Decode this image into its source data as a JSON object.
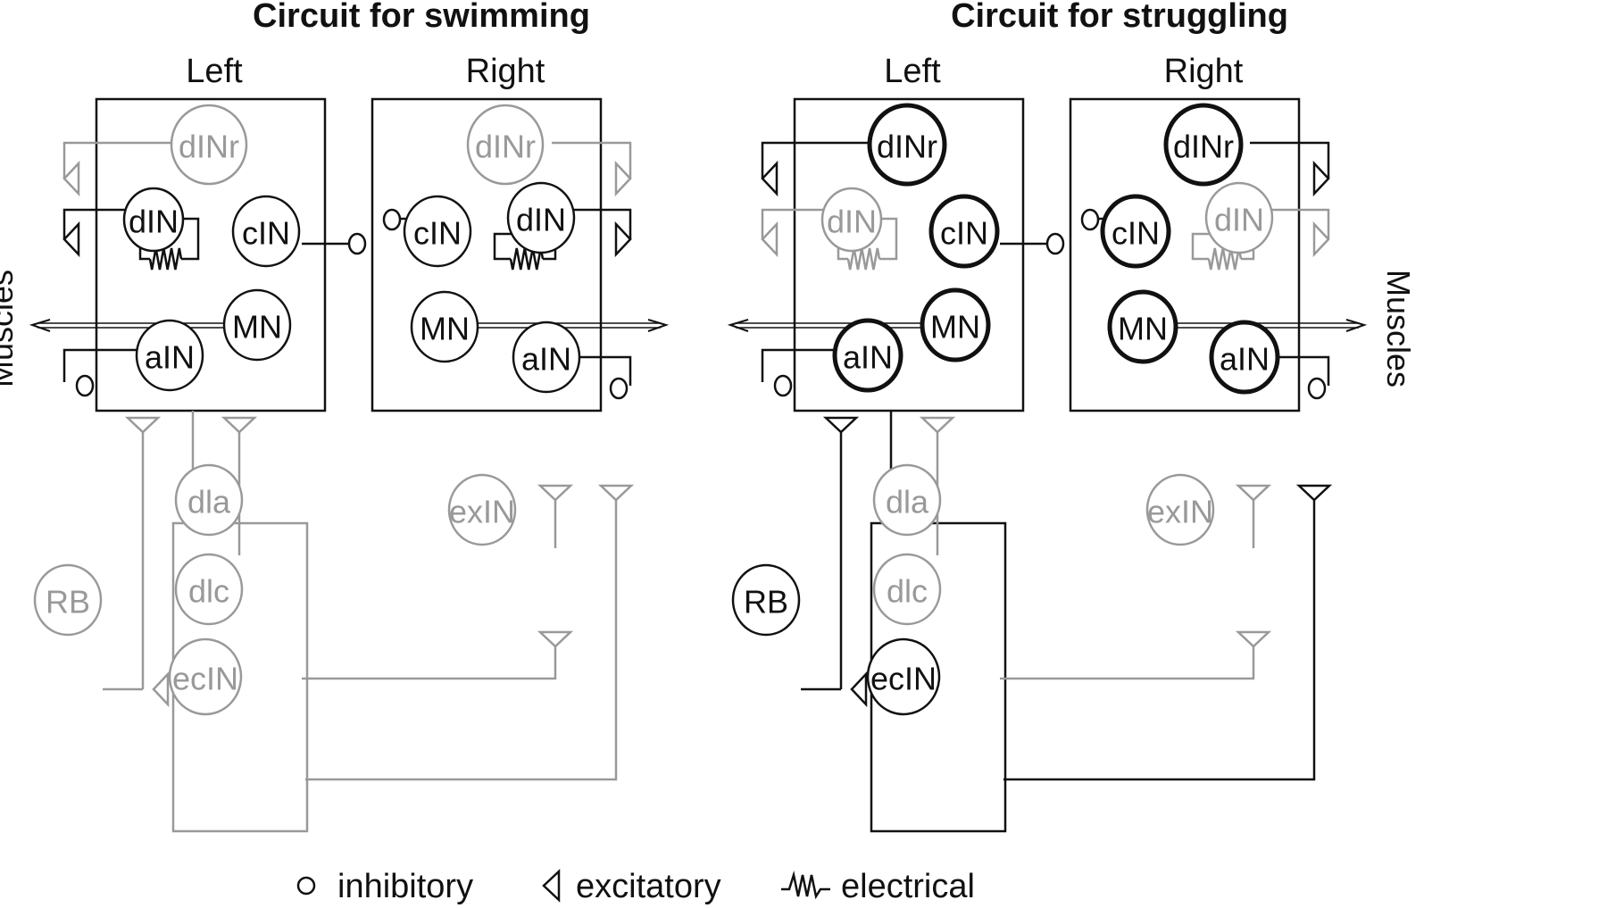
{
  "colors": {
    "active": "#111111",
    "inactive": "#999999"
  },
  "panels": [
    {
      "title": "Circuit for swimming",
      "left_label": "Left",
      "right_label": "Right",
      "muscles_label": "Muscles",
      "cells": {
        "L_dINr": {
          "label": "dINr",
          "active": false,
          "bold": false
        },
        "L_dIN": {
          "label": "dIN",
          "active": true,
          "bold": false
        },
        "L_cIN": {
          "label": "cIN",
          "active": true,
          "bold": false
        },
        "L_MN": {
          "label": "MN",
          "active": true,
          "bold": false
        },
        "L_aIN": {
          "label": "aIN",
          "active": true,
          "bold": false
        },
        "R_dINr": {
          "label": "dINr",
          "active": false,
          "bold": false
        },
        "R_dIN": {
          "label": "dIN",
          "active": true,
          "bold": false
        },
        "R_cIN": {
          "label": "cIN",
          "active": true,
          "bold": false
        },
        "R_MN": {
          "label": "MN",
          "active": true,
          "bold": false
        },
        "R_aIN": {
          "label": "aIN",
          "active": true,
          "bold": false
        },
        "dla": {
          "label": "dla",
          "active": false,
          "bold": false
        },
        "dlc": {
          "label": "dlc",
          "active": false,
          "bold": false
        },
        "ecIN": {
          "label": "ecIN",
          "active": false,
          "bold": false
        },
        "exIN": {
          "label": "exIN",
          "active": false,
          "bold": false
        },
        "RB": {
          "label": "RB",
          "active": false,
          "bold": false
        }
      },
      "sensory_box_active": false,
      "rb_path_active": false,
      "ecIN_path_active": false,
      "aIN_to_sensory_active": false
    },
    {
      "title": "Circuit for struggling",
      "left_label": "Left",
      "right_label": "Right",
      "muscles_label": "Muscles",
      "cells": {
        "L_dINr": {
          "label": "dINr",
          "active": true,
          "bold": true
        },
        "L_dIN": {
          "label": "dIN",
          "active": false,
          "bold": false
        },
        "L_cIN": {
          "label": "cIN",
          "active": true,
          "bold": true
        },
        "L_MN": {
          "label": "MN",
          "active": true,
          "bold": true
        },
        "L_aIN": {
          "label": "aIN",
          "active": true,
          "bold": true
        },
        "R_dINr": {
          "label": "dINr",
          "active": true,
          "bold": true
        },
        "R_dIN": {
          "label": "dIN",
          "active": false,
          "bold": false
        },
        "R_cIN": {
          "label": "cIN",
          "active": true,
          "bold": true
        },
        "R_MN": {
          "label": "MN",
          "active": true,
          "bold": true
        },
        "R_aIN": {
          "label": "aIN",
          "active": true,
          "bold": true
        },
        "dla": {
          "label": "dla",
          "active": false,
          "bold": false
        },
        "dlc": {
          "label": "dlc",
          "active": false,
          "bold": false
        },
        "ecIN": {
          "label": "ecIN",
          "active": true,
          "bold": false
        },
        "exIN": {
          "label": "exIN",
          "active": false,
          "bold": false
        },
        "RB": {
          "label": "RB",
          "active": true,
          "bold": false
        }
      },
      "sensory_box_active": true,
      "rb_path_active": true,
      "ecIN_path_active": true,
      "aIN_to_sensory_active": true
    }
  ],
  "legend": {
    "inhibitory": {
      "icon": "inhibitory-synapse-icon",
      "label": "inhibitory"
    },
    "excitatory": {
      "icon": "excitatory-synapse-icon",
      "label": "excitatory"
    },
    "electrical": {
      "icon": "electrical-synapse-icon",
      "label": "electrical"
    }
  }
}
